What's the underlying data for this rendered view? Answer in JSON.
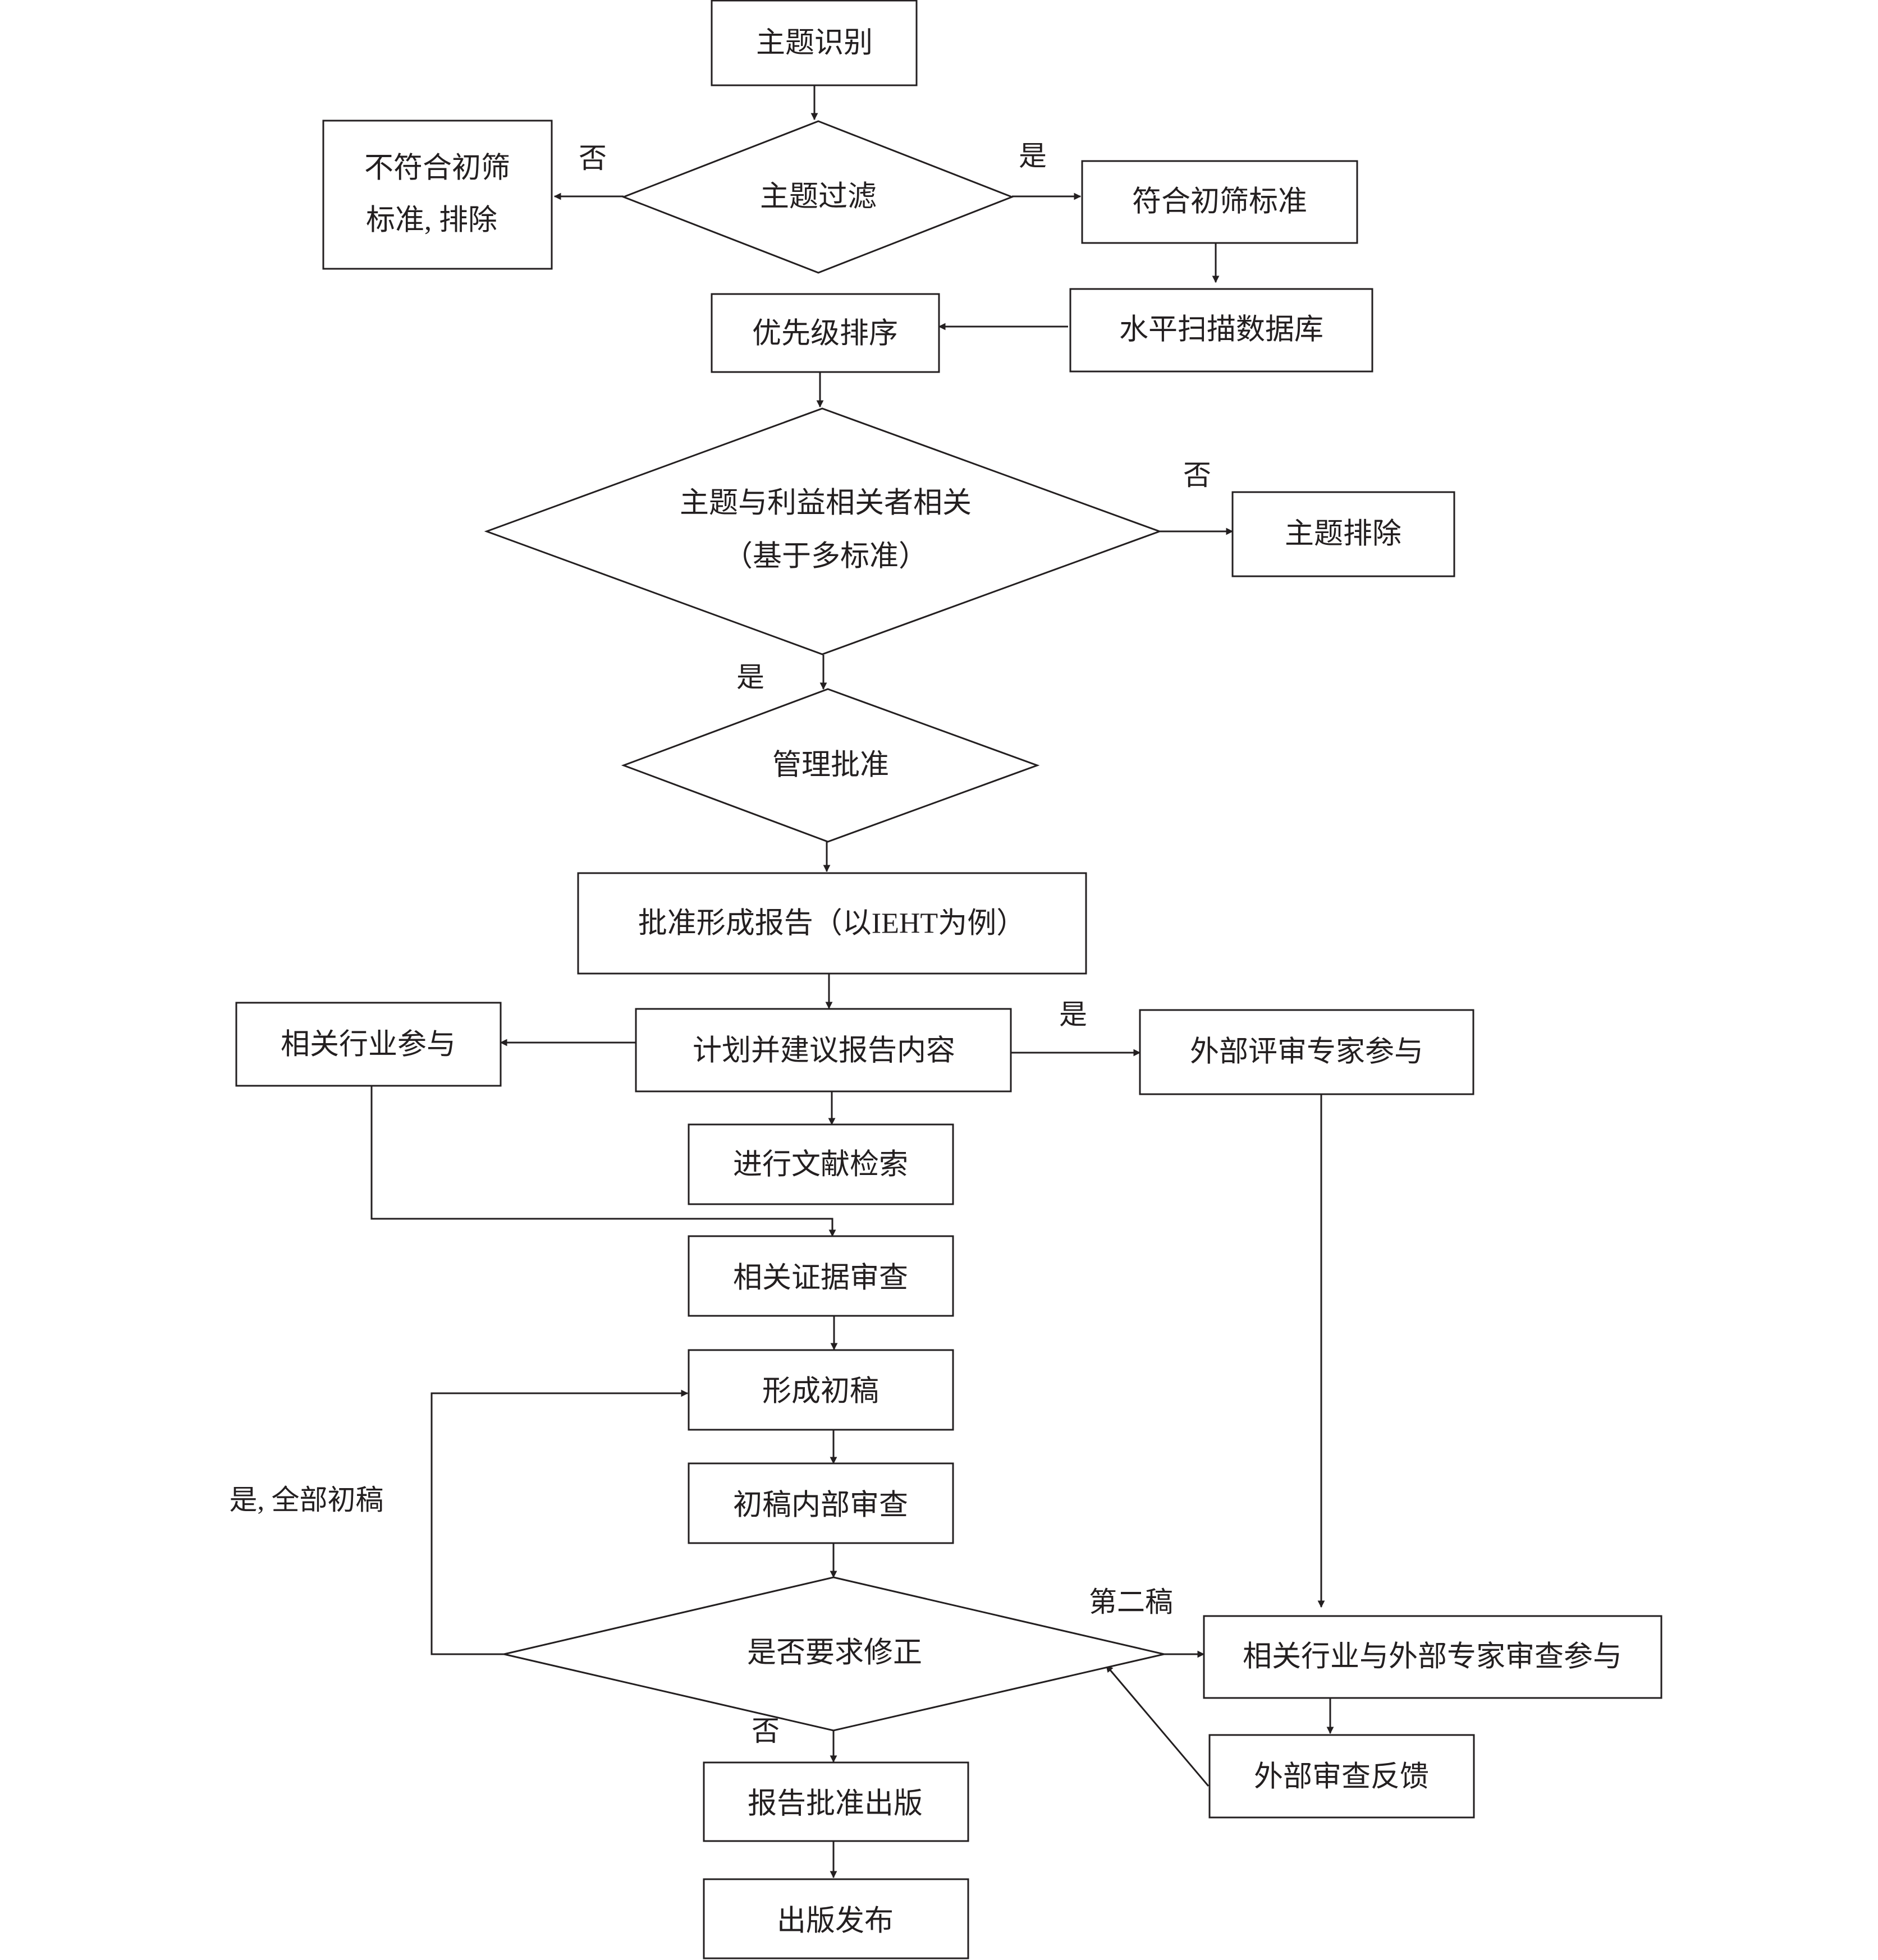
{
  "nodes": {
    "topic_identify": "主题识别",
    "topic_filter": "主题过滤",
    "not_meet_line1": "不符合初筛",
    "not_meet_line2": "标准, 排除",
    "meet_criteria": "符合初筛标准",
    "horizon_scan": "水平扫描数据库",
    "priority_rank": "优先级排序",
    "stakeholder_line1": "主题与利益相关者相关",
    "stakeholder_line2": "（基于多标准）",
    "topic_exclude": "主题排除",
    "mgmt_approve": "管理批准",
    "approve_report": "批准形成报告（以IEHT为例）",
    "plan_content": "计划并建议报告内容",
    "industry_participate": "相关行业参与",
    "expert_participate": "外部评审专家参与",
    "literature_search": "进行文献检索",
    "evidence_review": "相关证据审查",
    "first_draft": "形成初稿",
    "draft_internal_review": "初稿内部审查",
    "revision_needed": "是否要求修正",
    "industry_expert_review": "相关行业与外部专家审查参与",
    "external_feedback": "外部审查反馈",
    "report_approve_publish": "报告批准出版",
    "publish_release": "出版发布"
  },
  "edges": {
    "filter_no": "否",
    "filter_yes": "是",
    "stakeholder_no": "否",
    "stakeholder_yes": "是",
    "plan_yes": "是",
    "revision_yes_all": "是, 全部初稿",
    "second_draft": "第二稿",
    "revision_no": "否"
  },
  "colors": {
    "line": "#231f20",
    "background": "#ffffff"
  }
}
